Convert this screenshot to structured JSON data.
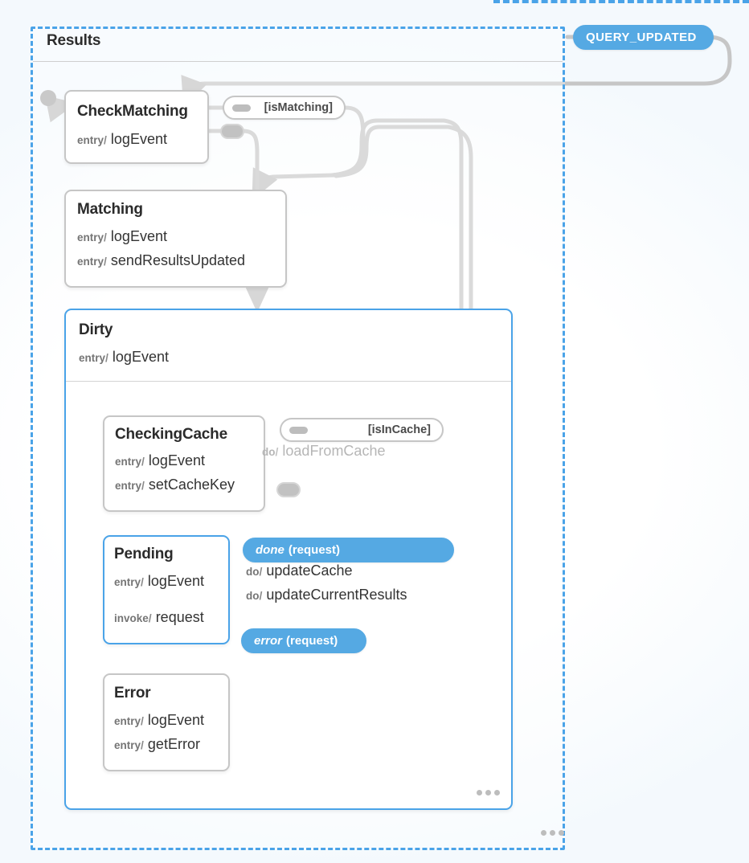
{
  "machine": {
    "root": {
      "name": "Results",
      "kind": "dashed-container"
    }
  },
  "states": {
    "check_matching": {
      "title": "CheckMatching",
      "actions": [
        {
          "kind": "entry",
          "sep": "/",
          "name": "logEvent"
        }
      ]
    },
    "matching": {
      "title": "Matching",
      "actions": [
        {
          "kind": "entry",
          "sep": "/",
          "name": "logEvent"
        },
        {
          "kind": "entry",
          "sep": "/",
          "name": "sendResultsUpdated"
        }
      ]
    },
    "dirty": {
      "title": "Dirty",
      "actions": [
        {
          "kind": "entry",
          "sep": "/",
          "name": "logEvent"
        }
      ]
    },
    "checking_cache": {
      "title": "CheckingCache",
      "actions": [
        {
          "kind": "entry",
          "sep": "/",
          "name": "logEvent"
        },
        {
          "kind": "entry",
          "sep": "/",
          "name": "setCacheKey"
        }
      ]
    },
    "pending": {
      "title": "Pending",
      "actions": [
        {
          "kind": "entry",
          "sep": "/",
          "name": "logEvent"
        },
        {
          "kind": "invoke",
          "sep": "/",
          "name": "request"
        }
      ]
    },
    "error": {
      "title": "Error",
      "actions": [
        {
          "kind": "entry",
          "sep": "/",
          "name": "logEvent"
        },
        {
          "kind": "entry",
          "sep": "/",
          "name": "getError"
        }
      ]
    }
  },
  "transitions": {
    "query_updated": {
      "event": "QUERY_UPDATED",
      "style": "event"
    },
    "is_matching": {
      "guard": "[isMatching]",
      "style": "guard"
    },
    "check_matching_else": {
      "label": "",
      "style": "nub"
    },
    "is_in_cache": {
      "guard": "[isInCache]",
      "style": "guard",
      "action": {
        "kind": "do",
        "sep": "/",
        "name": "loadFromCache"
      }
    },
    "checking_cache_else": {
      "label": "",
      "style": "nub"
    },
    "done_request": {
      "event": "done",
      "arg": "(request)",
      "style": "event",
      "actions": [
        {
          "kind": "do",
          "sep": "/",
          "name": "updateCache"
        },
        {
          "kind": "do",
          "sep": "/",
          "name": "updateCurrentResults"
        }
      ]
    },
    "error_request": {
      "event": "error",
      "arg": "(request)",
      "style": "event"
    }
  },
  "colors": {
    "accent_blue": "#4aa3e8",
    "event_pill": "#55a9e3",
    "edge_gray": "#c6c6c6",
    "node_border": "#c6c6c6",
    "text_dark": "#2b2b2b",
    "text_muted": "#757575",
    "text_dim": "#b6b6b6"
  },
  "overflow": {
    "dirty_more": "•••",
    "results_more": "•••"
  }
}
